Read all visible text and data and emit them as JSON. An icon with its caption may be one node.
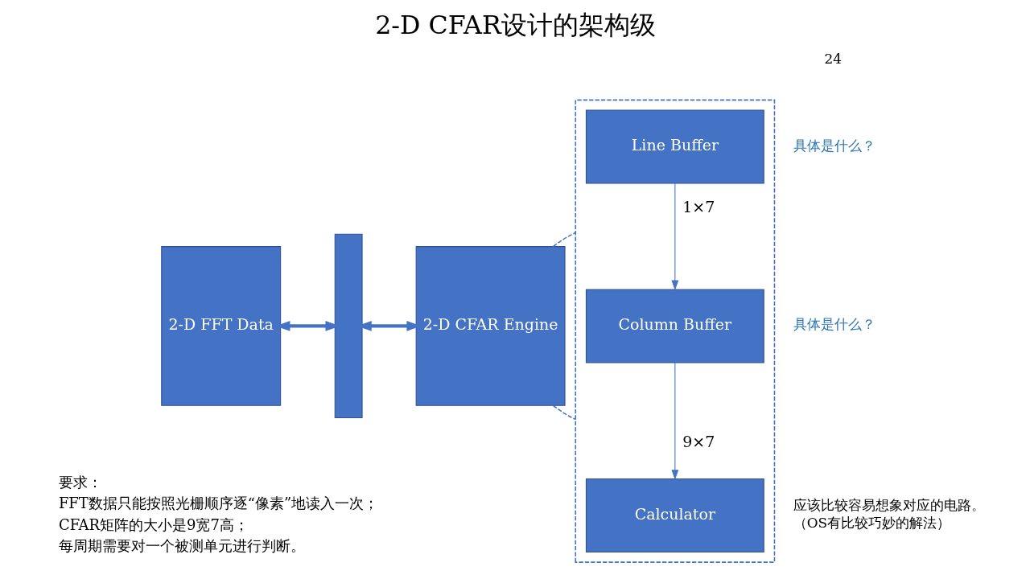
{
  "diagram": {
    "title": "2-D CFAR设计的架构级",
    "nodes": [
      {
        "text": [
          "2-D FFT Data"
        ]
      },
      {
        "text": [],
        "shape": "bar"
      },
      {
        "text": [
          "2-D CFAR Engine"
        ]
      },
      {
        "text": [],
        "shape": "box"
      },
      {
        "text": [
          "Line Buffer"
        ],
        "in": 3,
        "beside": [
          "具体是什么？"
        ]
      },
      {
        "text": [
          "Column Buffer"
        ],
        "in": 3,
        "beside": [
          "具体是什么？"
        ]
      },
      {
        "text": [
          "Calculator"
        ],
        "in": 3,
        "beside": [
          "应该比较容易想象对应的电路。",
          "（OS有比较巧妙的解法）"
        ]
      }
    ],
    "edges": [
      {
        "from": 0,
        "to": 1,
        "arrow": "both",
        "style": "thick"
      },
      {
        "from": 1,
        "to": 2,
        "arrow": "both",
        "style": "thick"
      },
      {
        "from": 2,
        "to": 3,
        "arrow": "none",
        "style": "dashed"
      },
      {
        "from": 2,
        "to": 3,
        "arrow": "none",
        "style": "dashed"
      },
      {
        "from": 4,
        "to": 5,
        "arrow": "to",
        "label": "1×7"
      },
      {
        "from": 5,
        "to": 6,
        "arrow": "to",
        "label": "9×7"
      }
    ],
    "labels": [
      "24",
      "要求：",
      "FFT数据只能按照光栅顺序逐“像素”地读入一次；",
      "CFAR矩阵的大小是9宽7高；",
      "每周期需要对一个被测单元进行判断。"
    ]
  }
}
